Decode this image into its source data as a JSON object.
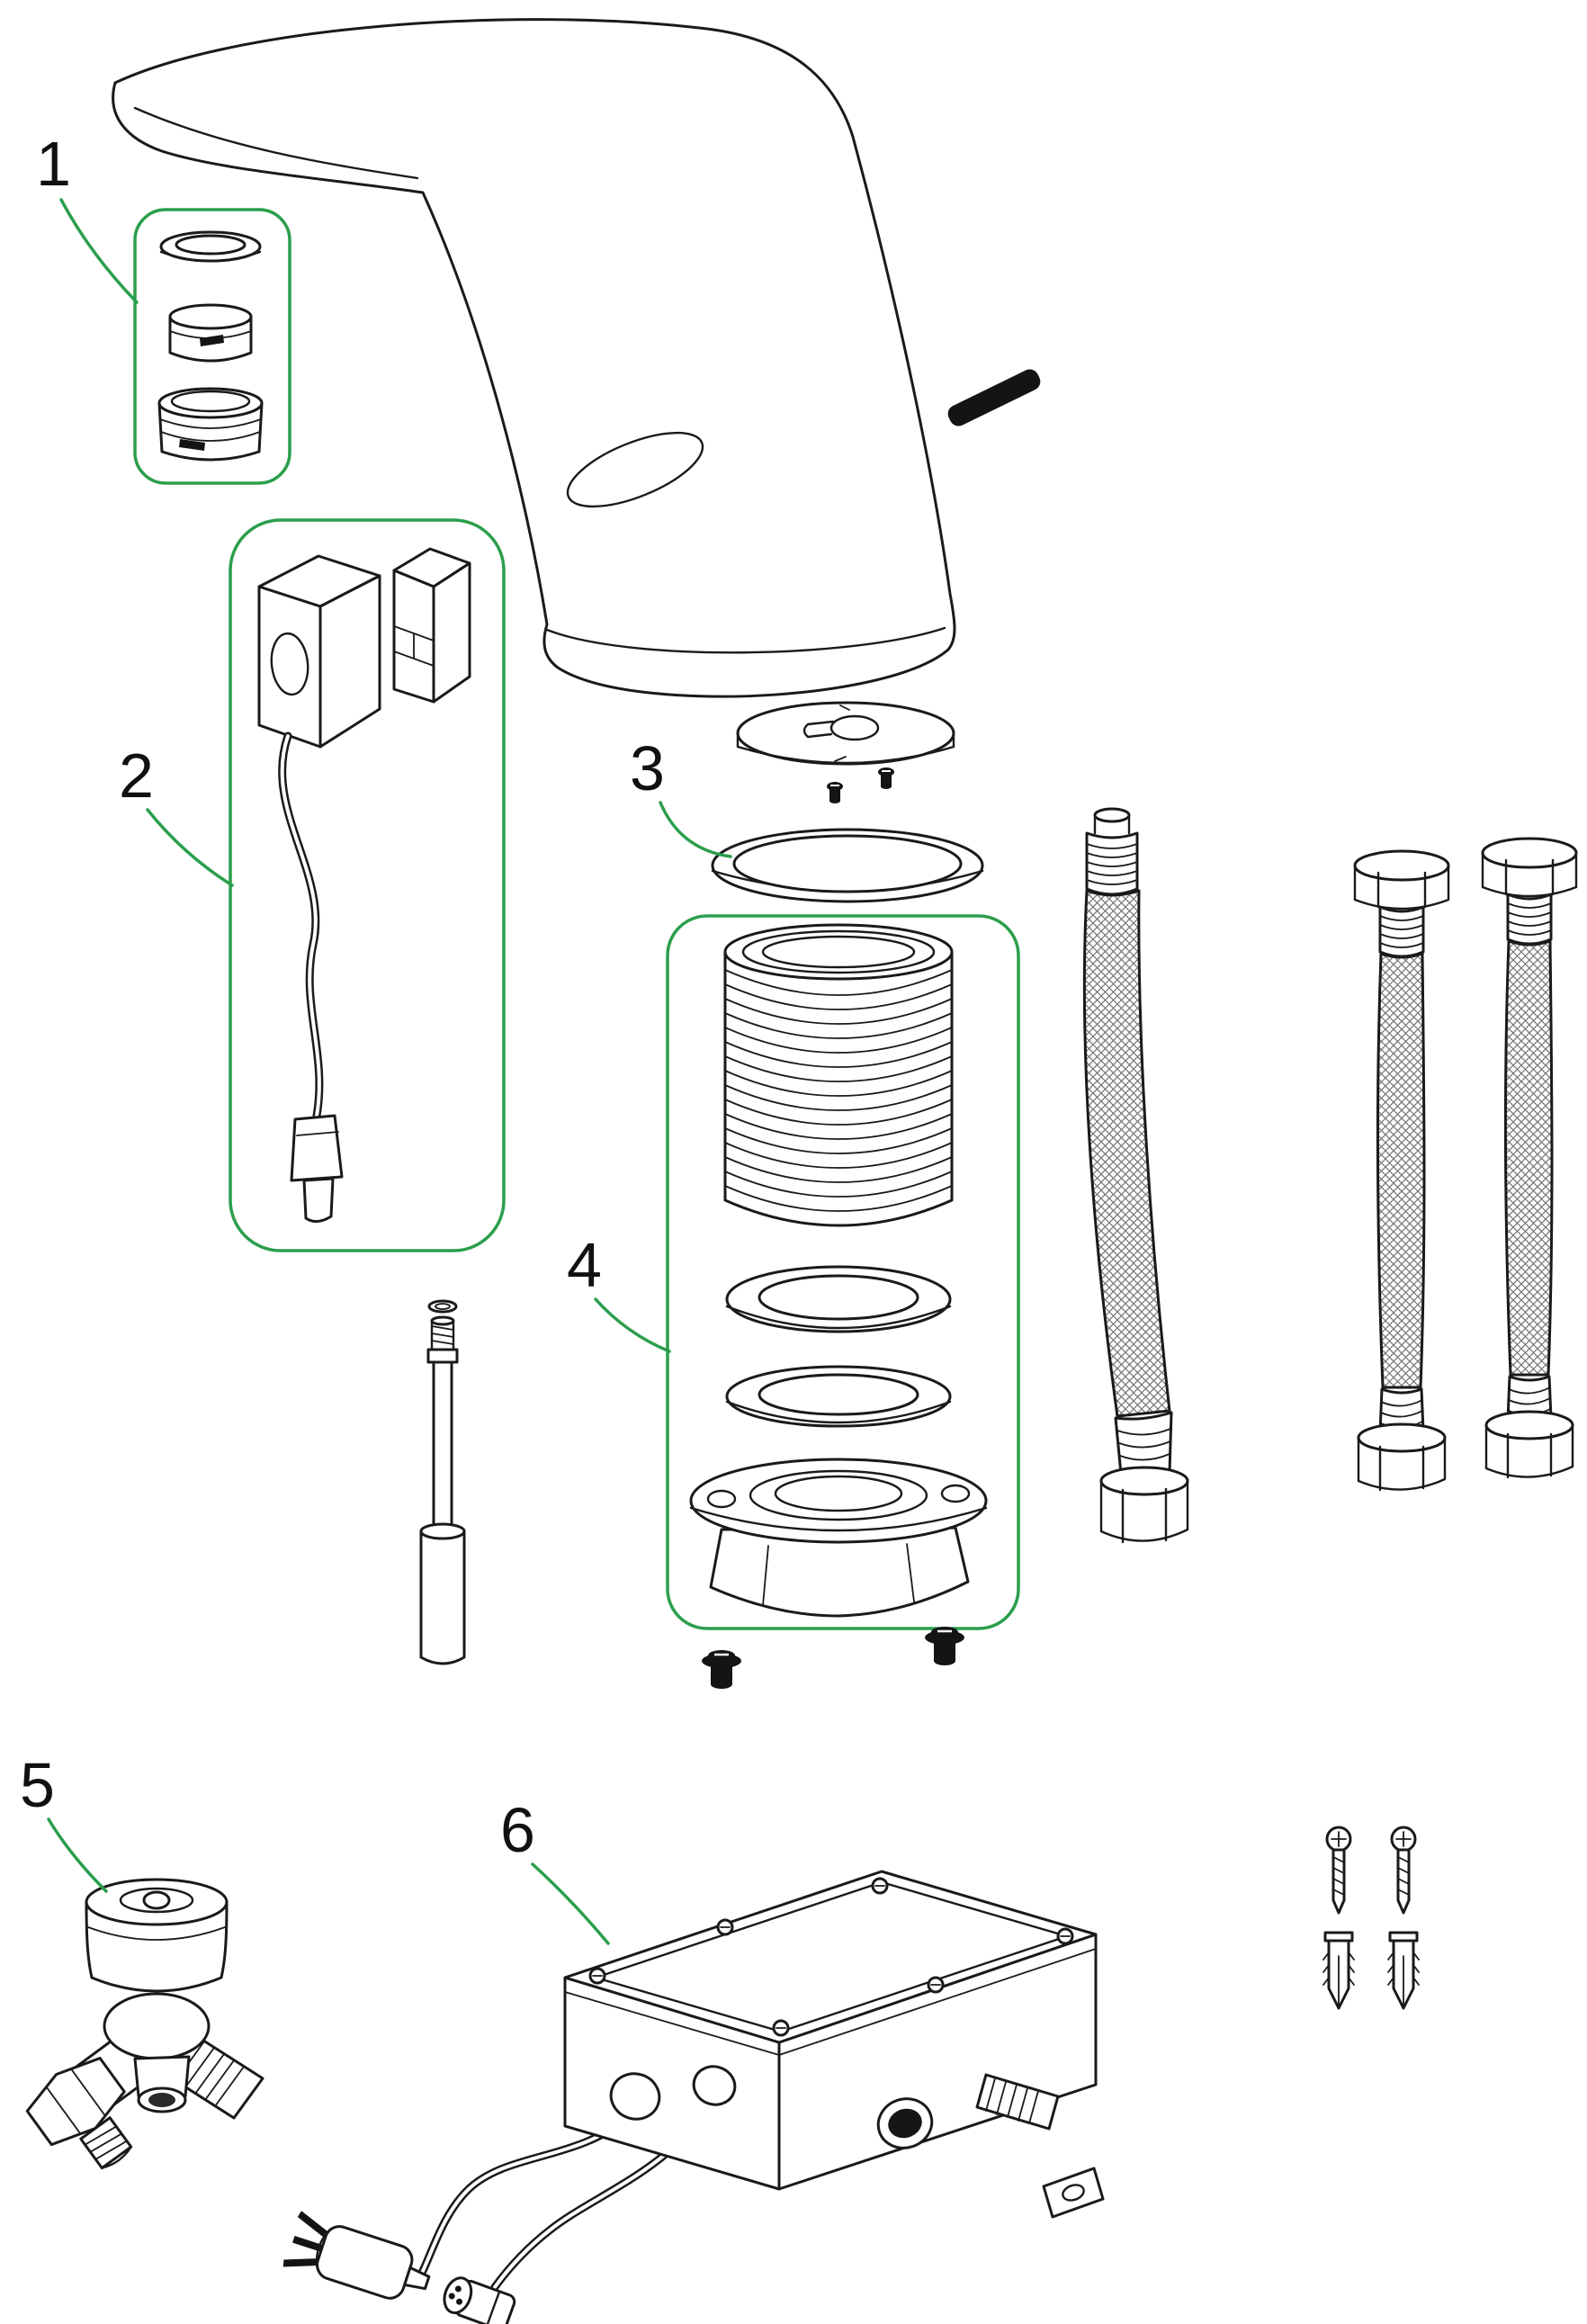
{
  "diagram": {
    "kind": "exploded-parts-diagram",
    "subject": "sensor faucet installation parts",
    "background": "#ffffff"
  },
  "colors": {
    "line": "#1a1a1a",
    "callout_green": "#2b9e4c",
    "solid_black_parts": "#141414",
    "background": "#ffffff"
  },
  "callouts": [
    {
      "label": "1",
      "part": "aerator-assembly",
      "boxed": true
    },
    {
      "label": "2",
      "part": "sensor-module-with-cable",
      "boxed": true
    },
    {
      "label": "3",
      "part": "base-seal-gasket",
      "boxed": false
    },
    {
      "label": "4",
      "part": "mounting-shank-kit",
      "boxed": true
    },
    {
      "label": "5",
      "part": "three-way-mixing-valve",
      "boxed": false
    },
    {
      "label": "6",
      "part": "control-box-with-power-cable",
      "boxed": false
    }
  ],
  "unlabeled_parts": [
    "faucet-body",
    "fixing-pin",
    "escutcheon-plate",
    "plate-screws",
    "lift-rod",
    "flexible-hose",
    "flexible-hose-pair",
    "mounting-screws",
    "wall-screws",
    "wall-anchors"
  ]
}
